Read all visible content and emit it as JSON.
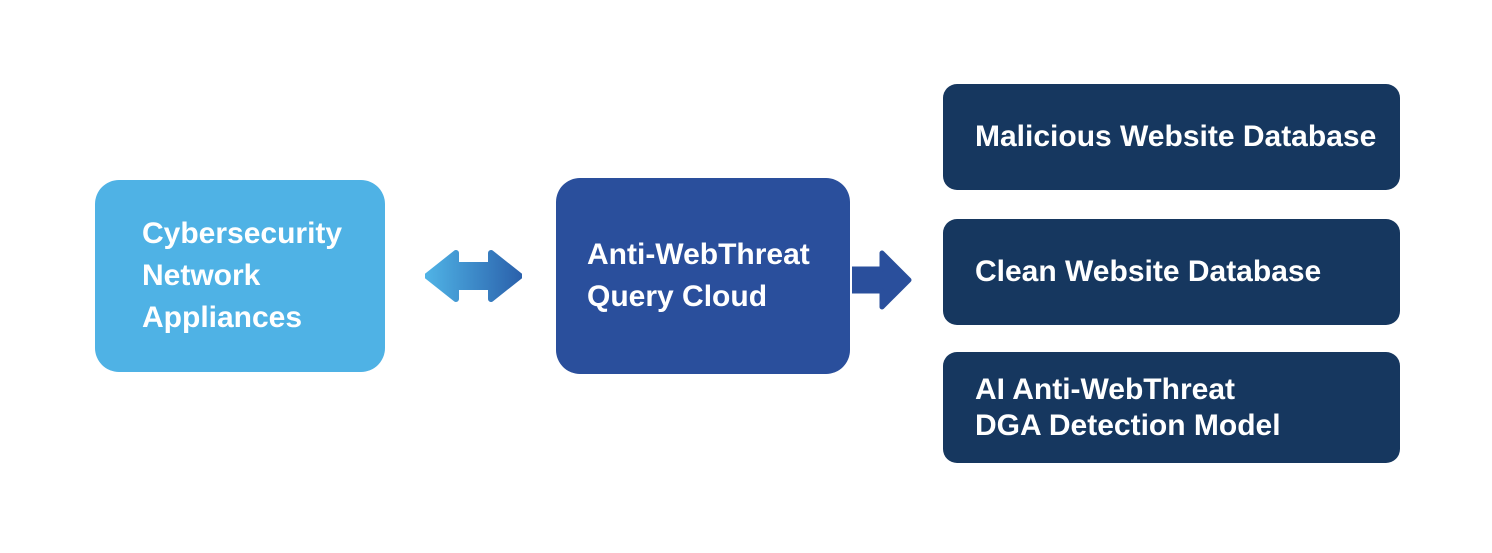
{
  "diagram": {
    "nodes": {
      "appliances": {
        "label": "Cybersecurity\nNetwork\nAppliances",
        "color": "#4FB2E5"
      },
      "query_cloud": {
        "label": "Anti-WebThreat\nQuery Cloud",
        "color": "#2A4F9C"
      },
      "databases": [
        {
          "label": "Malicious Website Database"
        },
        {
          "label": "Clean Website Database"
        },
        {
          "label": "AI Anti-WebThreat\nDGA Detection Model"
        }
      ],
      "database_color": "#16375F"
    },
    "connectors": {
      "bidirectional_arrow": {
        "between": [
          "Cybersecurity Network Appliances",
          "Anti-WebThreat Query Cloud"
        ],
        "gradient_start": "#4FB2E5",
        "gradient_end": "#2B62AC"
      },
      "right_arrow": {
        "between": [
          "Anti-WebThreat Query Cloud",
          "databases"
        ],
        "color": "#2A4F9C"
      }
    },
    "text_color": "#FFFFFF",
    "background": "#FFFFFF"
  }
}
